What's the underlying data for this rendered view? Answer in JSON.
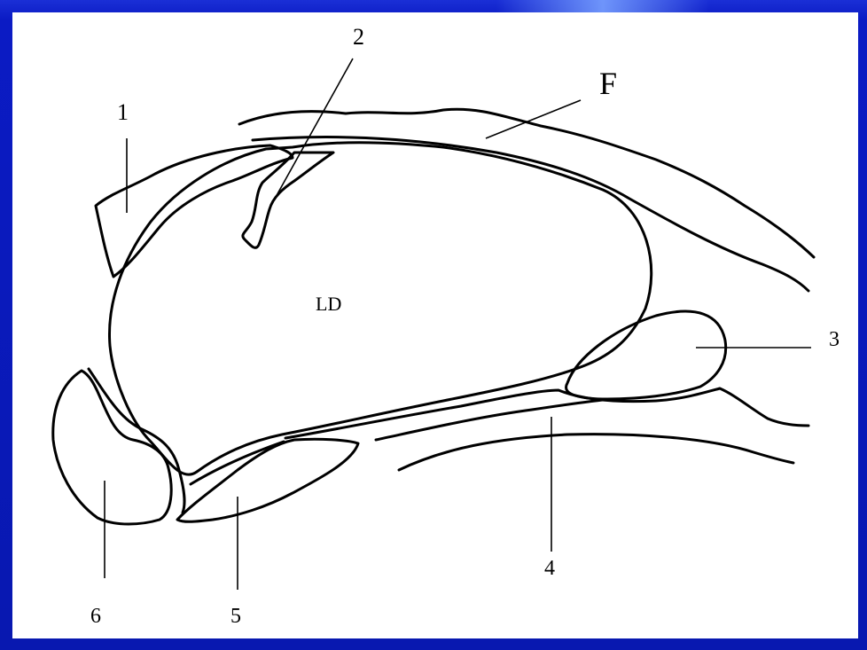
{
  "diagram": {
    "labels": {
      "n1": "1",
      "n2": "2",
      "f": "F",
      "ld": "LD",
      "n3": "3",
      "n4": "4",
      "n5": "5",
      "n6": "6"
    }
  },
  "colors": {
    "frame": "#0818b0",
    "canvas": "#ffffff",
    "ink": "#000000"
  }
}
